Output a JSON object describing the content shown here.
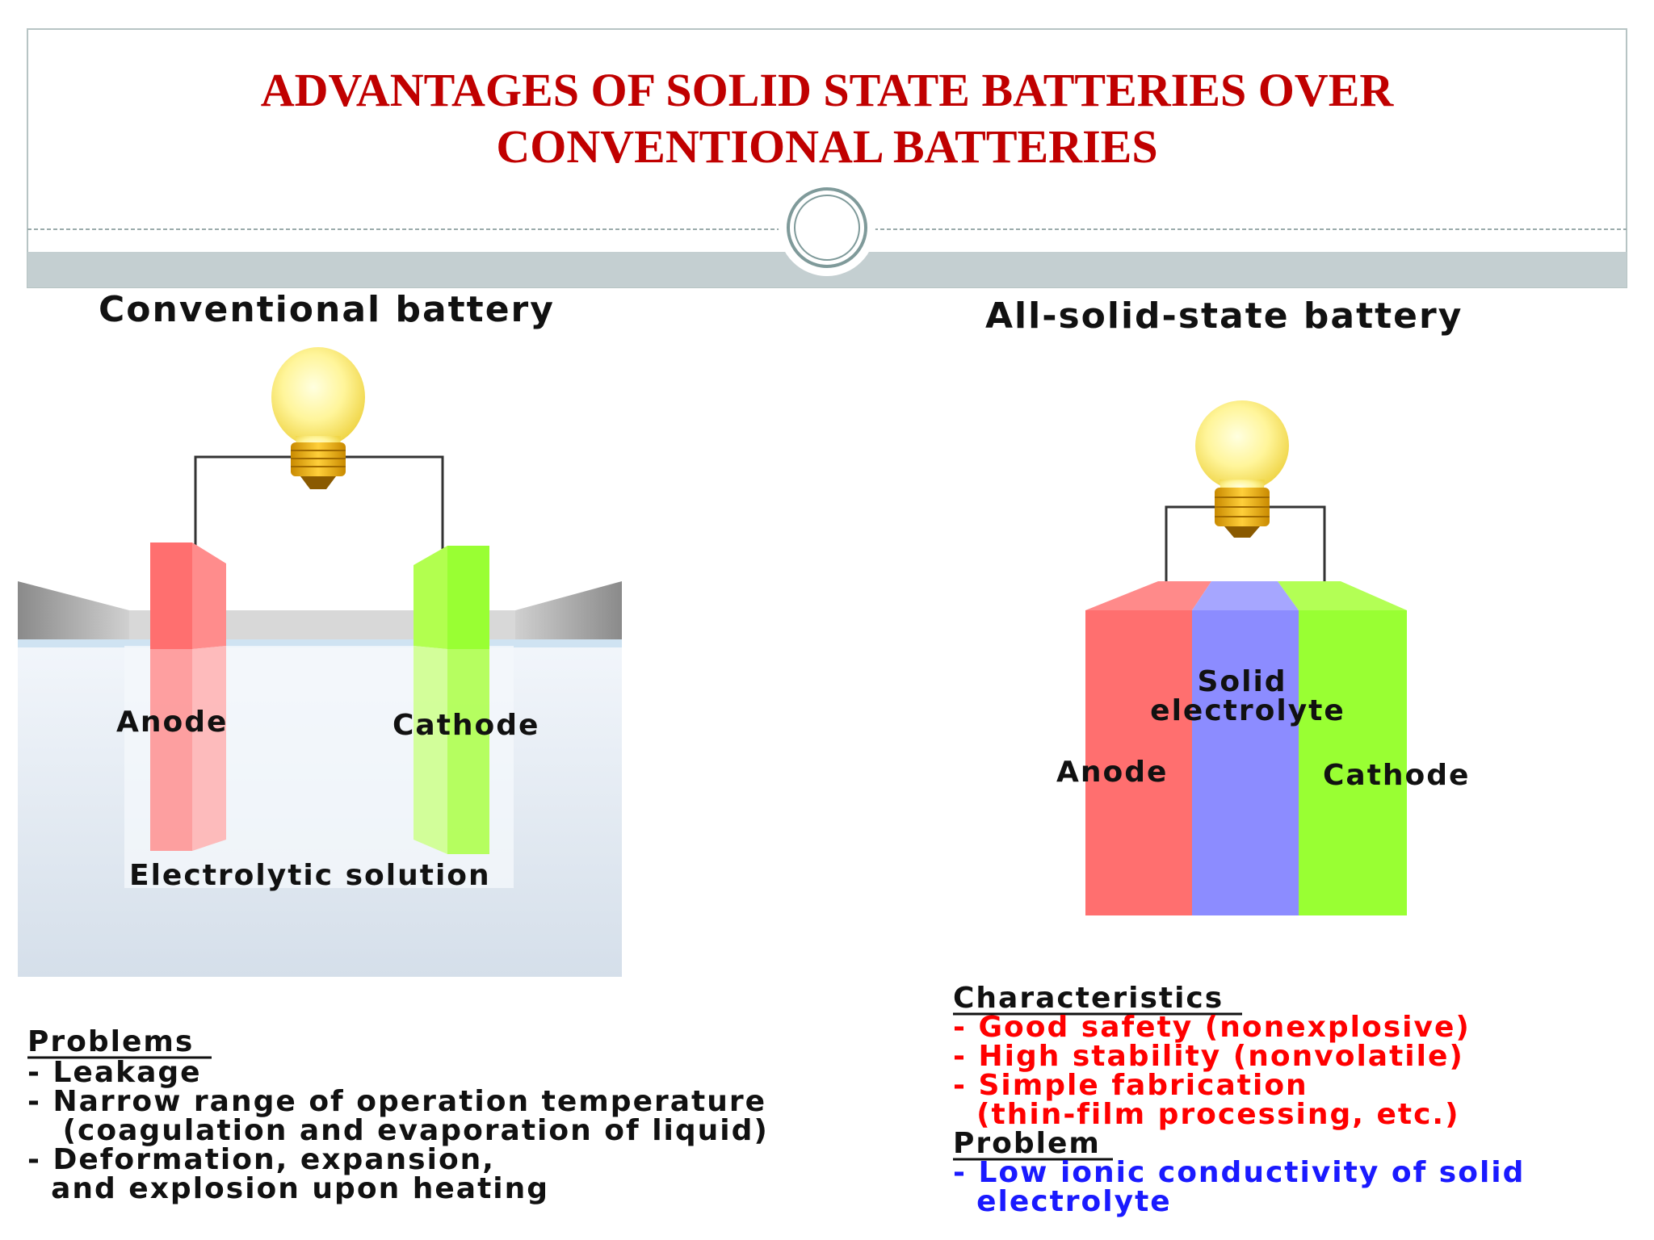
{
  "slide": {
    "title_line1": "ADVANTAGES OF SOLID STATE BATTERIES OVER",
    "title_line2": "CONVENTIONAL BATTERIES",
    "colors": {
      "title": "#c00000",
      "anode": "#ff6f6f",
      "electrolyte": "#8c8cff",
      "cathode": "#99ff33",
      "advantage_text": "#ff0000",
      "problem_text": "#1a1aff"
    }
  },
  "conventional": {
    "heading": "Conventional battery",
    "anode_label": "Anode",
    "cathode_label": "Cathode",
    "electrolyte_label": "Electrolytic solution",
    "problems_heading": "Problems",
    "problems": [
      "- Leakage",
      "- Narrow range of operation temperature",
      "   (coagulation and evaporation of liquid)",
      "- Deformation, expansion,",
      "  and explosion upon heating"
    ]
  },
  "solid_state": {
    "heading": "All-solid-state battery",
    "electrolyte_label_line1": "Solid",
    "electrolyte_label_line2": "electrolyte",
    "anode_label": "Anode",
    "cathode_label": "Cathode",
    "characteristics_heading": "Characteristics",
    "characteristics": [
      "- Good safety (nonexplosive)",
      "- High stability (nonvolatile)",
      "- Simple fabrication",
      "  (thin-film processing, etc.)"
    ],
    "problem_heading": "Problem",
    "problem": [
      "- Low ionic conductivity of solid",
      "  electrolyte"
    ]
  }
}
